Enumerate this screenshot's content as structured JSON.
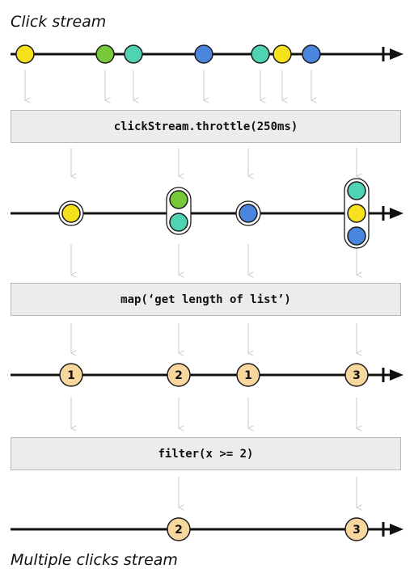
{
  "title_top": "Click stream",
  "title_bottom": "Multiple clicks stream",
  "operators": {
    "throttle": "clickStream.throttle(250ms)",
    "map": "map(‘get length of list’)",
    "filter": "filter(x >= 2)"
  },
  "colors": {
    "yellow": "#f5e21d",
    "green": "#78c93a",
    "teal": "#4fd3b3",
    "blue": "#4a86de",
    "number_fill": "#f8d79e",
    "number_stroke": "#c7923b",
    "arrow": "#c9c9c9",
    "line": "#111111"
  },
  "streams": {
    "click": [
      "yellow",
      "green",
      "teal",
      "blue",
      "teal",
      "yellow",
      "blue"
    ],
    "throttled": [
      [
        "yellow"
      ],
      [
        "green",
        "teal"
      ],
      [
        "blue"
      ],
      [
        "teal",
        "yellow",
        "blue"
      ]
    ],
    "mapped": [
      "1",
      "2",
      "1",
      "3"
    ],
    "filtered": [
      "2",
      "3"
    ]
  }
}
